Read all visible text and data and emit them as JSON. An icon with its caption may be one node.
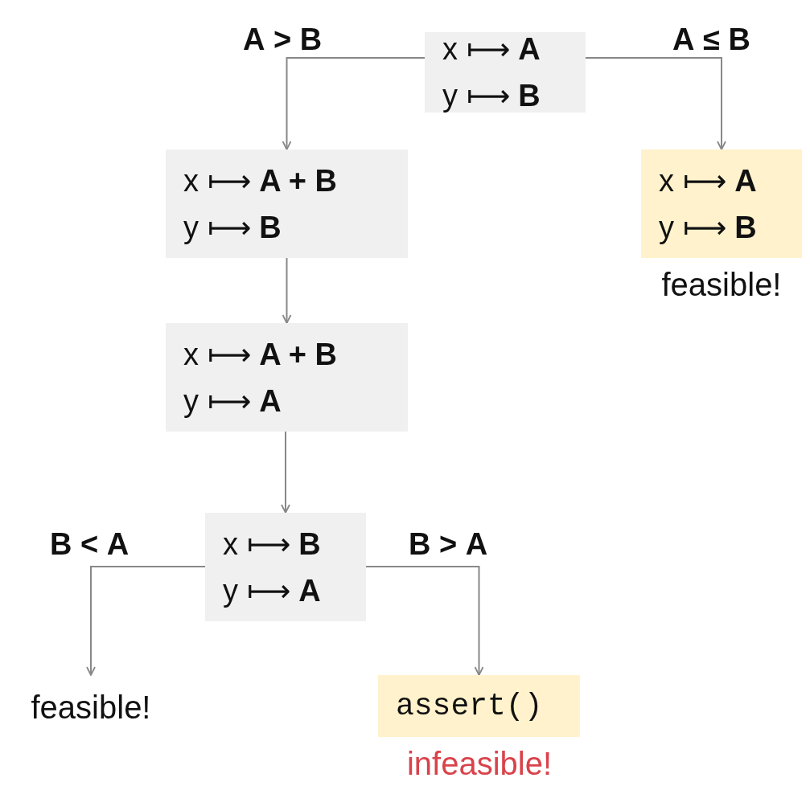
{
  "diagram": {
    "nodes": [
      {
        "text": [
          "x ⟼ **A**",
          "y ⟼ **B**"
        ]
      },
      {
        "text": [
          "x ⟼ **A + B**",
          "y ⟼ **B**"
        ]
      },
      {
        "text": [
          "x ⟼ **A**",
          "y ⟼ **B**"
        ],
        "beside": [
          "feasible!"
        ]
      },
      {
        "text": [
          "x ⟼ **A + B**",
          "y ⟼ **A**"
        ]
      },
      {
        "text": [
          "x ⟼ **B**",
          "y ⟼ **A**"
        ]
      },
      {
        "text": [
          "feasible!"
        ]
      },
      {
        "text": [
          "assert()"
        ],
        "beside": [
          "infeasible!"
        ]
      }
    ],
    "edges": [
      {
        "from": 0,
        "to": 1,
        "arrow": "to",
        "label": "**A** > **B**"
      },
      {
        "from": 0,
        "to": 2,
        "arrow": "to",
        "label": "**A** ≤ **B**"
      },
      {
        "from": 1,
        "to": 3,
        "arrow": "to"
      },
      {
        "from": 3,
        "to": 4,
        "arrow": "to"
      },
      {
        "from": 4,
        "to": 5,
        "arrow": "to",
        "label": "**B** < **A**"
      },
      {
        "from": 4,
        "to": 6,
        "arrow": "to",
        "label": "**B** > **A**"
      }
    ]
  }
}
